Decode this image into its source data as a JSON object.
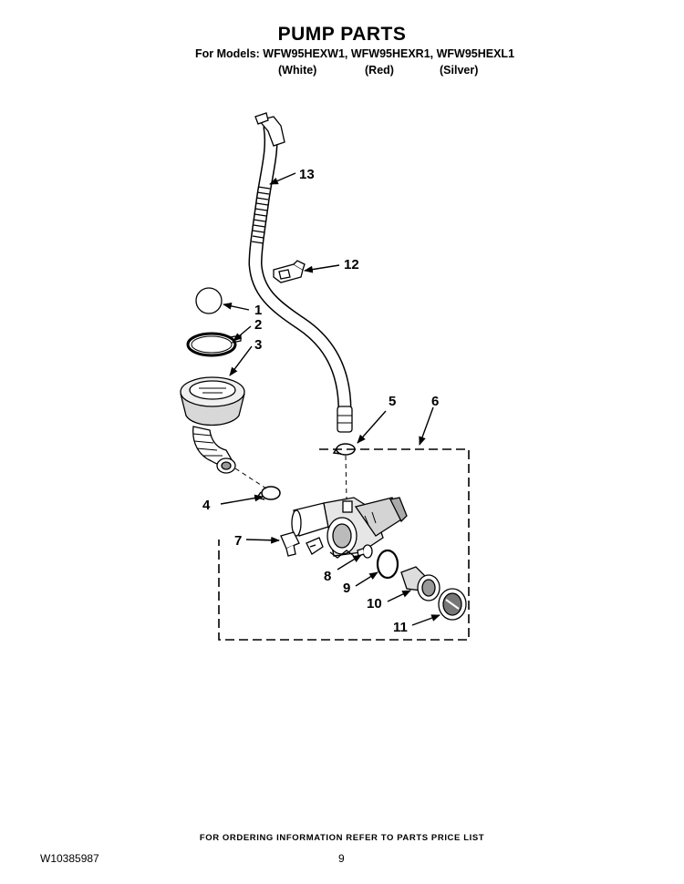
{
  "header": {
    "title": "PUMP PARTS",
    "models": "For Models: WFW95HEXW1, WFW95HEXR1, WFW95HEXL1",
    "colors": [
      "(White)",
      "(Red)",
      "(Silver)"
    ]
  },
  "callouts": [
    "1",
    "2",
    "3",
    "4",
    "5",
    "6",
    "7",
    "8",
    "9",
    "10",
    "11",
    "12",
    "13"
  ],
  "footer": {
    "ordering_note": "FOR ORDERING INFORMATION REFER TO PARTS PRICE LIST",
    "doc_number": "W10385987",
    "page_number": "9"
  }
}
